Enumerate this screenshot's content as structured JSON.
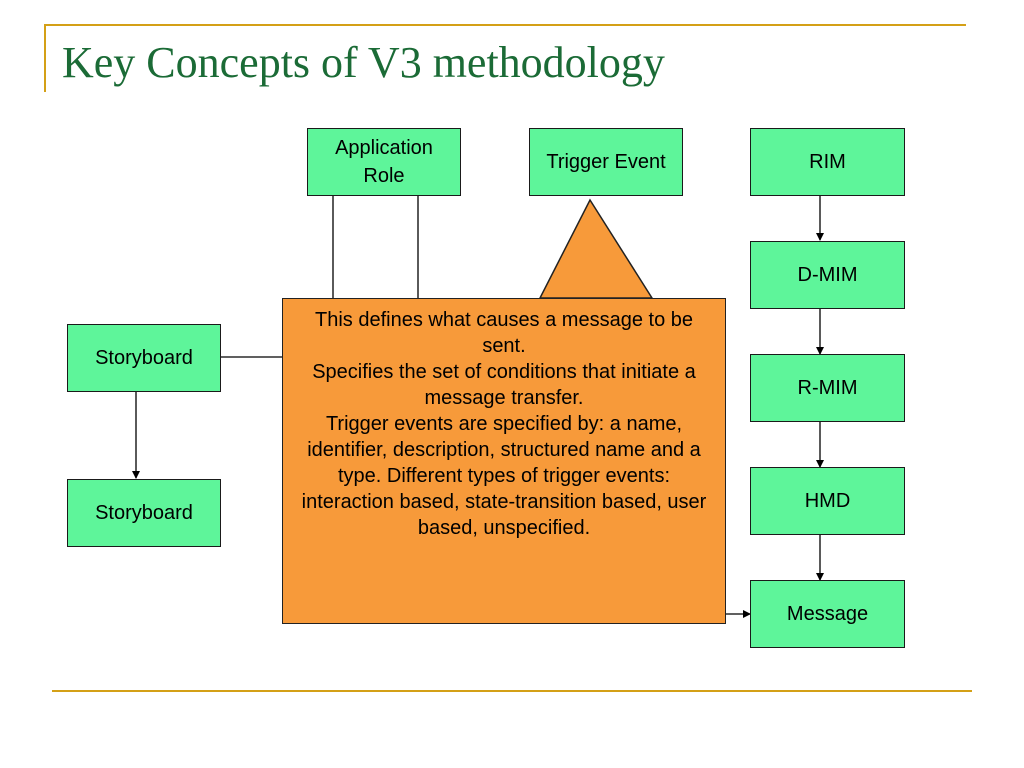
{
  "slide": {
    "title": "Key Concepts of V3 methodology"
  },
  "diagram": {
    "boxes": {
      "application_role": "Application Role",
      "trigger_event": "Trigger Event",
      "rim": "RIM",
      "d_mim": "D-MIM",
      "r_mim": "R-MIM",
      "hmd": "HMD",
      "message": "Message",
      "storyboard_top": "Storyboard",
      "storyboard_bottom": "Storyboard"
    },
    "callout": {
      "lines": [
        "This defines what causes a message to be sent.",
        "Specifies the set of conditions that initiate a message transfer.",
        "Trigger events are specified by: a name, identifier, description, structured name and a type. Different types of trigger events: interaction based, state-transition based, user based, unspecified."
      ]
    }
  },
  "colors": {
    "box_fill": "#5ef59a",
    "callout_fill": "#f79a3a",
    "title": "#1b6b36",
    "rule": "#d4a017"
  }
}
